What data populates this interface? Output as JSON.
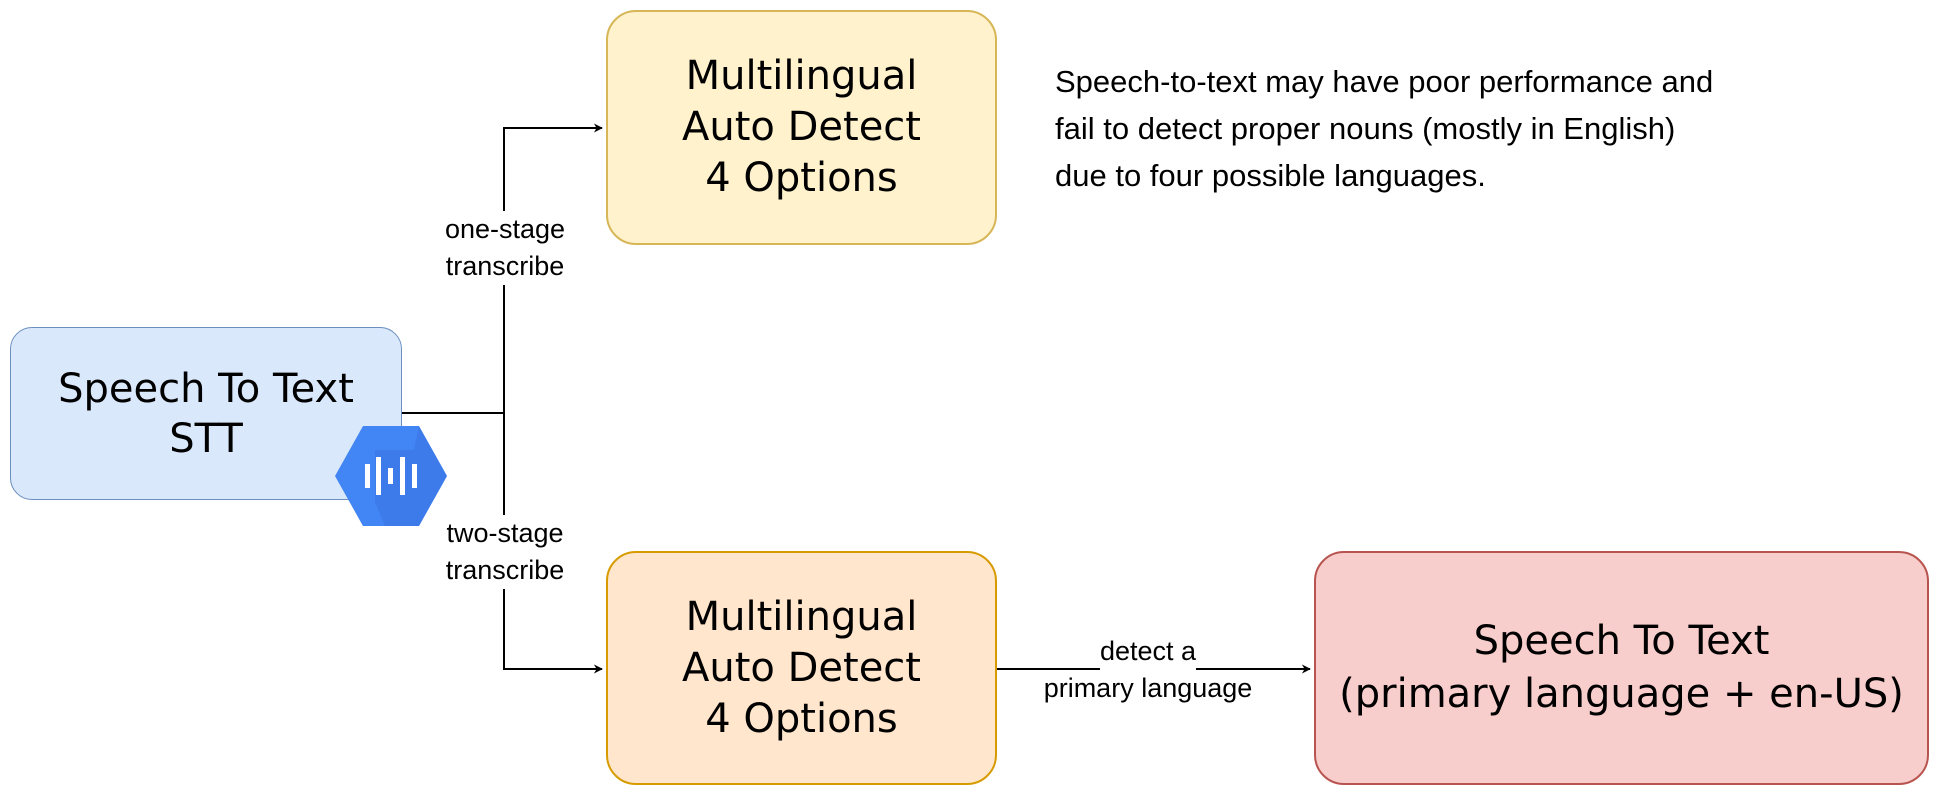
{
  "colors": {
    "stt_fill": "#dae8fc",
    "stt_stroke": "#6c8ebf",
    "one_stage_fill": "#fff2cc",
    "one_stage_stroke": "#d6b656",
    "two_stage_fill": "#ffe6cc",
    "two_stage_stroke": "#d79b00",
    "primary_fill": "#f8cecc",
    "primary_stroke": "#b85450",
    "line": "#000000",
    "logo_blue": "#4285f4",
    "logo_shadow": "#3367d6"
  },
  "nodes": {
    "stt": {
      "lines": [
        "Speech To Text",
        "STT"
      ],
      "icon": "speech-to-text-hexagon-icon"
    },
    "one_stage": {
      "lines": [
        "Multilingual",
        "Auto Detect",
        "4 Options"
      ]
    },
    "two_stage": {
      "lines": [
        "Multilingual",
        "Auto Detect",
        "4 Options"
      ]
    },
    "primary": {
      "lines": [
        "Speech To Text",
        "(primary language + en-US)"
      ]
    }
  },
  "edges": {
    "one_stage": {
      "lines": [
        "one-stage",
        "transcribe"
      ]
    },
    "two_stage": {
      "lines": [
        "two-stage",
        "transcribe"
      ]
    },
    "detect": {
      "lines": [
        "detect a",
        "primary language"
      ]
    }
  },
  "note": {
    "lines": [
      "Speech-to-text may have poor performance and",
      "fail to detect proper nouns (mostly in English)",
      "due to four possible languages."
    ]
  }
}
